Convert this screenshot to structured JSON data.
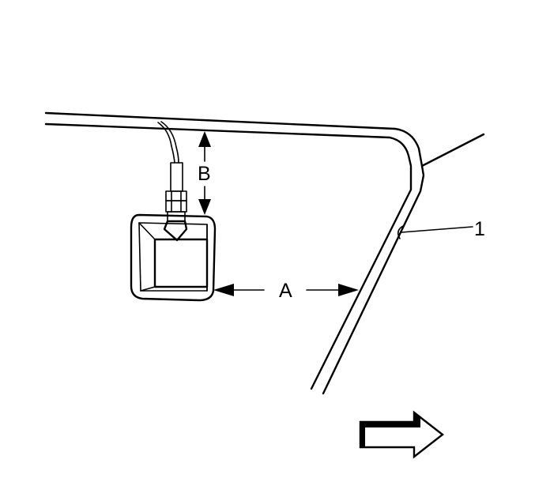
{
  "labels": {
    "dimension_a": "A",
    "dimension_b": "B",
    "callout_1": "1"
  },
  "icons": {
    "direction_arrow": "arrow-right-icon",
    "dimension_arrows": "double-arrow-icon"
  }
}
